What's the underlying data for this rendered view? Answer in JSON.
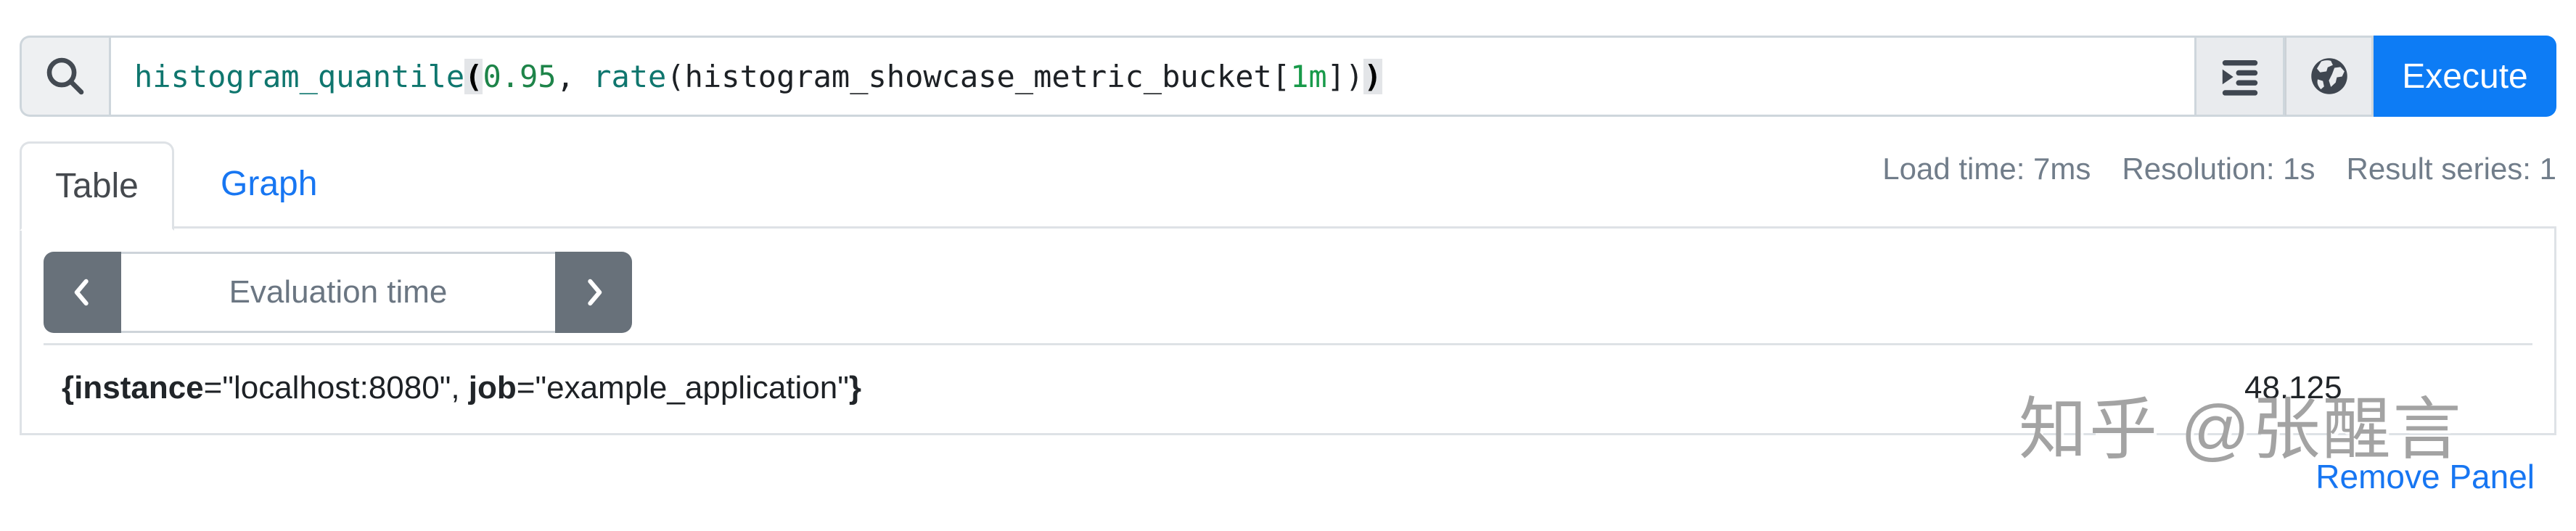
{
  "colors": {
    "execute_blue": "#0d7cf5",
    "link_blue": "#1776f2",
    "function_teal": "#0f766e",
    "number_green": "#1e8449",
    "duration_green": "#189a4a",
    "secondary_gray": "#68717a",
    "border_gray": "#dee2e6",
    "watermark_gray": "#a3a3a3"
  },
  "query_bar": {
    "search_icon": "magnifier-icon",
    "metrics_explorer_icon": "metrics-explorer-icon",
    "globe_icon": "globe-icon",
    "execute_label": "Execute",
    "expression_segments": [
      {
        "text": "histogram_quantile",
        "type": "function"
      },
      {
        "text": "(",
        "type": "paren-match"
      },
      {
        "text": "0.95",
        "type": "number"
      },
      {
        "text": ", ",
        "type": "plain"
      },
      {
        "text": "rate",
        "type": "function"
      },
      {
        "text": "(",
        "type": "plain"
      },
      {
        "text": "histogram_showcase_metric_bucket",
        "type": "metric"
      },
      {
        "text": "[",
        "type": "plain"
      },
      {
        "text": "1m",
        "type": "duration"
      },
      {
        "text": "]",
        "type": "plain"
      },
      {
        "text": ")",
        "type": "plain"
      },
      {
        "text": ")",
        "type": "paren-match"
      }
    ]
  },
  "tabs": {
    "table_label": "Table",
    "graph_label": "Graph"
  },
  "stats": {
    "load_time": "Load time: 7ms",
    "resolution": "Resolution: 1s",
    "result_series": "Result series: 1"
  },
  "table_view": {
    "evaluation_time_placeholder": "Evaluation time",
    "rows": [
      {
        "series_segments": [
          {
            "text": "{",
            "type": "brace"
          },
          {
            "text": "instance",
            "type": "label-name"
          },
          {
            "text": "=\"localhost:8080\", ",
            "type": "plain"
          },
          {
            "text": "job",
            "type": "label-name"
          },
          {
            "text": "=\"example_application\"",
            "type": "plain"
          },
          {
            "text": "}",
            "type": "brace"
          }
        ],
        "value": "48.125"
      }
    ]
  },
  "footer": {
    "remove_panel_label": "Remove Panel"
  },
  "watermark": {
    "text": "知乎 @张醒言"
  }
}
